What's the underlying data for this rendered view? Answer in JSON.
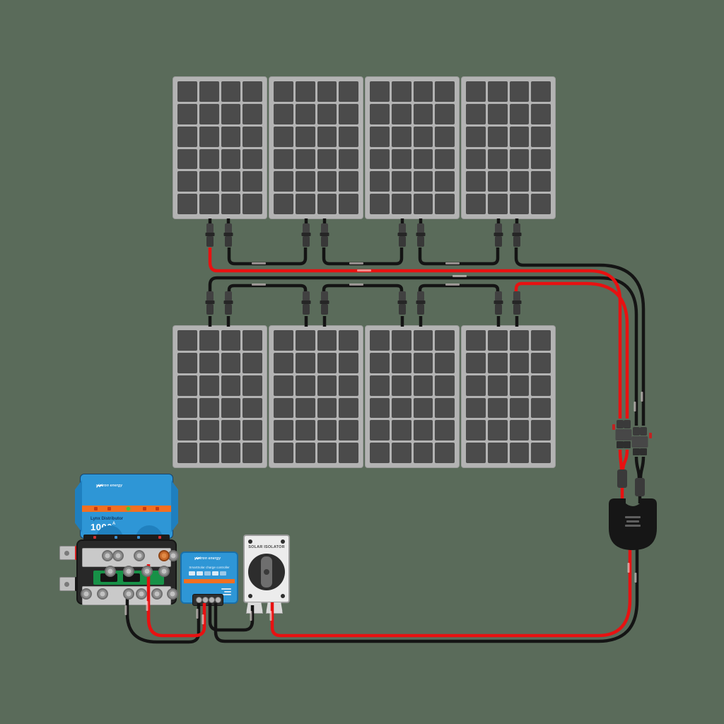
{
  "background_color": "#5A6B5A",
  "array": {
    "rows": 2,
    "panels_per_row": 4,
    "cell_columns": 4,
    "cell_rows": 6
  },
  "colors": {
    "wire_positive": "#E81111",
    "wire_negative": "#141414",
    "connector_gray": "#3E3E3E",
    "panel_cell": "#4B4B4B",
    "panel_frame": "#B3B3B3",
    "victron_blue": "#2E96D6",
    "victron_orange": "#F26F21",
    "busbar_body": "#282828",
    "busbar_rail": "#C9C9C9",
    "pcb_green": "#179147",
    "isolator_body": "#ECECEC",
    "roof_gland_body": "#161616",
    "status_led_green": "#35C93F"
  },
  "lynx_distributor": {
    "brand": "victron energy",
    "model": "Lynx Distributor",
    "rating": "1000",
    "rating_unit": "A"
  },
  "charge_controller": {
    "brand": "victron energy",
    "product": "SmartSolar charge controller"
  },
  "solar_isolator": {
    "label": "SOLAR ISOLATOR"
  }
}
